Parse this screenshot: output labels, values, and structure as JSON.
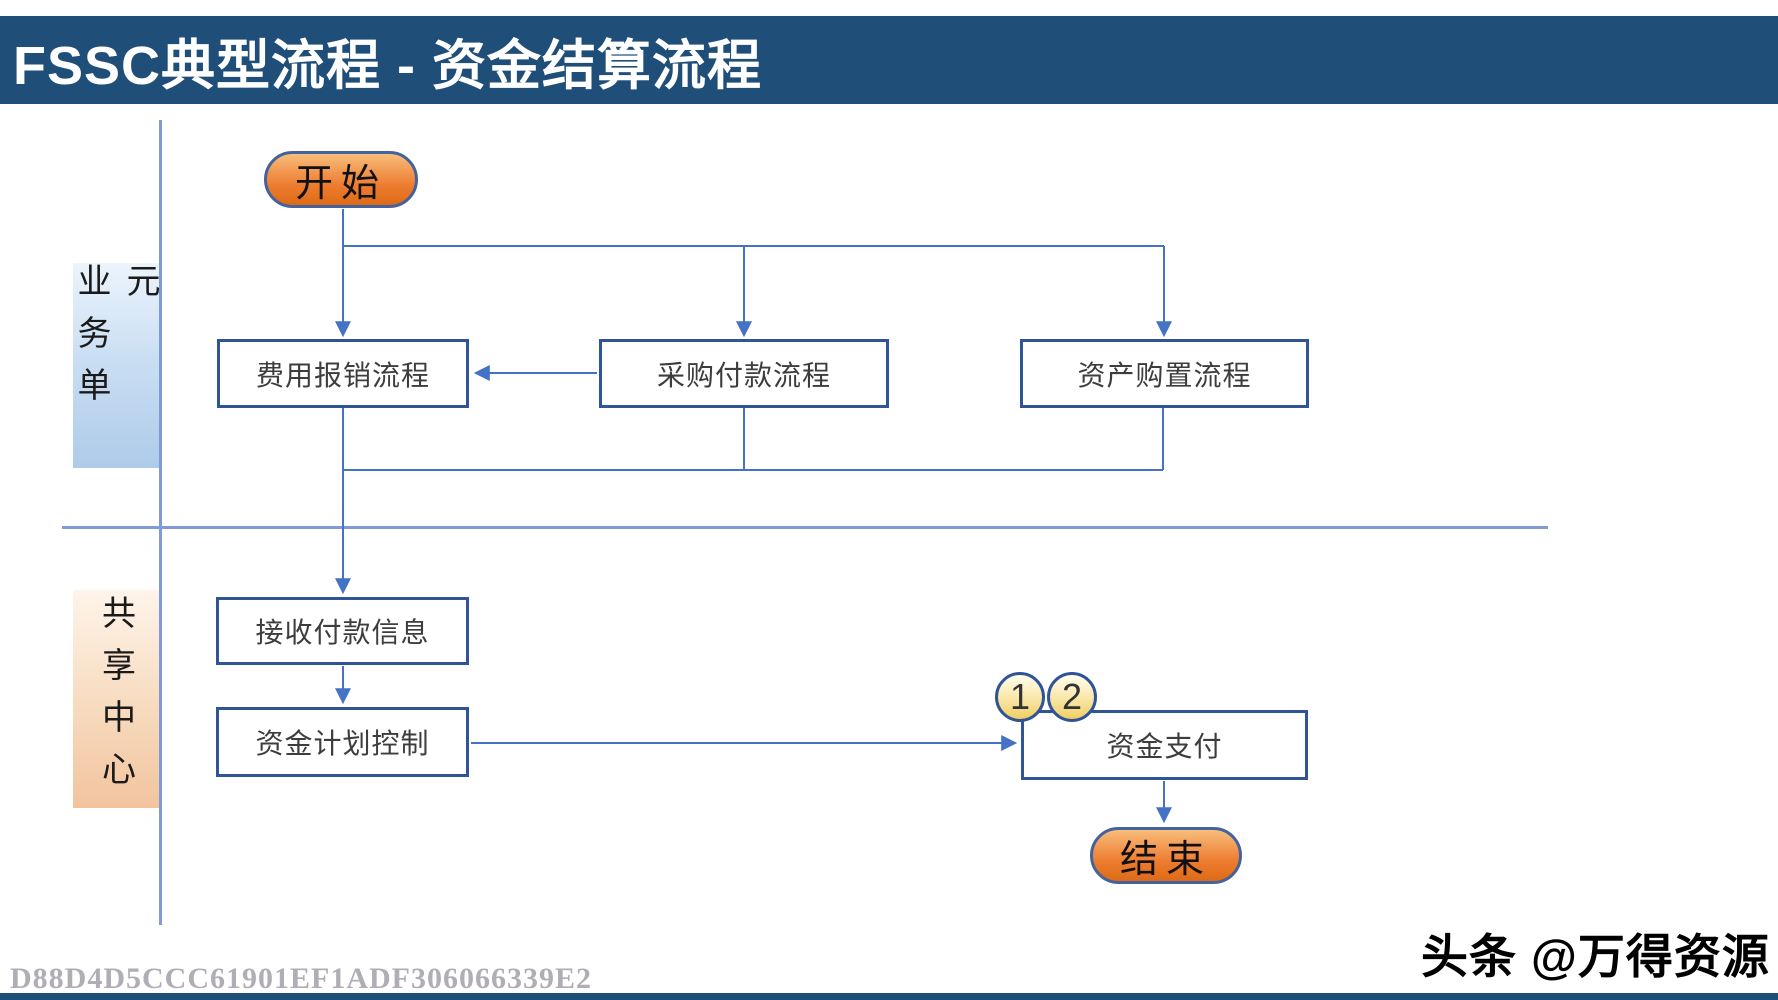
{
  "title": "FSSC典型流程 - 资金结算流程",
  "lanes": {
    "business_unit": "业务单元",
    "shared_center": "共享中心"
  },
  "nodes": {
    "start": "开始",
    "expense": "费用报销流程",
    "procurement": "采购付款流程",
    "asset": "资产购置流程",
    "receive": "接收付款信息",
    "plan": "资金计划控制",
    "payment": "资金支付",
    "end": "结束"
  },
  "badges": {
    "one": "1",
    "two": "2"
  },
  "footer": {
    "watermark": "D88D4D5CCC61901EF1ADF306066339E2",
    "branding": "头条 @万得资源"
  },
  "colors": {
    "title_bar": "#1F4E79",
    "connector_blue": "#4472C4",
    "lane_line_blue": "#7E9BD4",
    "box_border_blue": "#2F5597",
    "terminal_orange_top": "#F8BD7C",
    "terminal_orange_bottom": "#DD6A15",
    "badge_yellow": "#F2CE62",
    "watermark_gray": "#AEAEB6"
  }
}
